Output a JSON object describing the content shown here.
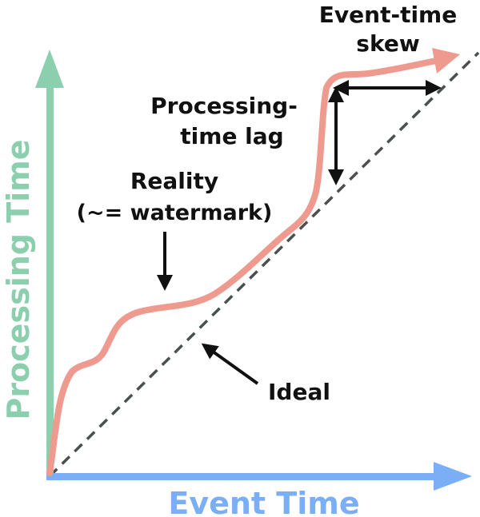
{
  "colors": {
    "y_axis": "#8ccfaf",
    "x_axis": "#7aaef5",
    "reality": "#ee9a8e",
    "ideal": "#4a4f4f",
    "annotation": "#111111"
  },
  "axes": {
    "y_label": "Processing Time",
    "x_label": "Event Time"
  },
  "annotations": {
    "skew_line1": "Event-time",
    "skew_line2": "skew",
    "lag_line1": "Processing-",
    "lag_line2": "time lag",
    "reality_line1": "Reality",
    "reality_line2": "(~= watermark)",
    "ideal": "Ideal"
  }
}
